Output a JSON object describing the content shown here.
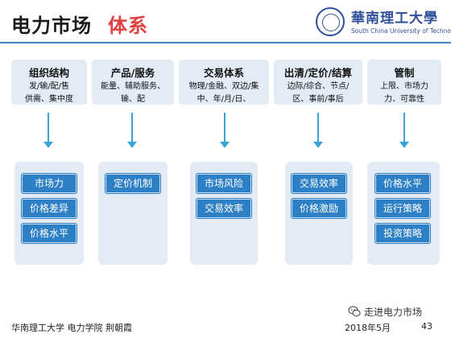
{
  "header": {
    "title_main": "电力市场",
    "title_accent": "体系",
    "logo_cn": "華南理工大學",
    "logo_en": "South China University of Technology"
  },
  "columns": [
    {
      "heading": "组织结构",
      "desc": [
        "发/输/配/售",
        "供需、集中度"
      ],
      "items": [
        "市场力",
        "价格差异",
        "价格水平"
      ]
    },
    {
      "heading": "产品/服务",
      "desc": [
        "能量、辅助服务、",
        "输、配"
      ],
      "items": [
        "定价机制"
      ]
    },
    {
      "heading": "交易体系",
      "desc": [
        "物理/金融、双边/集",
        "中、年/月/日、"
      ],
      "items": [
        "市场风险",
        "交易效率"
      ]
    },
    {
      "heading": "出清/定价/结算",
      "desc": [
        "边际/综合、节点/",
        "区、事前/事后"
      ],
      "items": [
        "交易效率",
        "价格激励"
      ]
    },
    {
      "heading": "管制",
      "desc": [
        "上限、市场力",
        "力、可靠性"
      ],
      "items": [
        "价格水平",
        "运行策略",
        "投资策略"
      ]
    }
  ],
  "footer": {
    "org": "华南理工大学 电力学院  荆朝霞",
    "date": "2018年5月",
    "page": "43",
    "wechat_label": "走进电力市场"
  },
  "colors": {
    "accent": "#e0403e",
    "pill": "#2e80c6",
    "card": "#e4ebf5",
    "arrow": "#3aa4d4",
    "rule": "#4a7fc1"
  }
}
